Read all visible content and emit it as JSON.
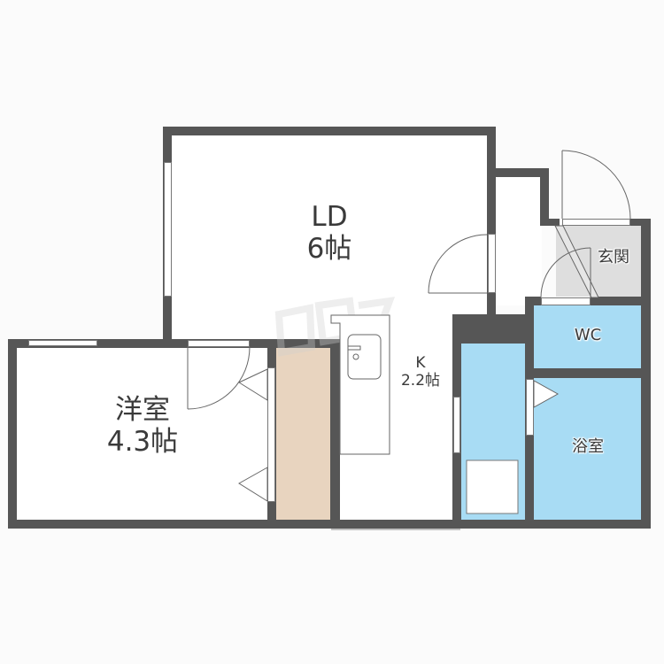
{
  "rooms": {
    "ld": {
      "name": "LD",
      "size": "6帖"
    },
    "western": {
      "name": "洋室",
      "size": "4.3帖"
    },
    "kitchen": {
      "name": "K",
      "size": "2.2帖"
    },
    "entrance": {
      "name": "玄関"
    },
    "wc": {
      "name": "WC"
    },
    "bath": {
      "name": "浴室"
    }
  },
  "colors": {
    "wall": "#565656",
    "wet_area": "#a8dcf4",
    "entrance_floor": "#dedede",
    "closet_floor": "#e8d4bf",
    "room_floor": "#ffffff"
  },
  "watermark": "ビッグ"
}
